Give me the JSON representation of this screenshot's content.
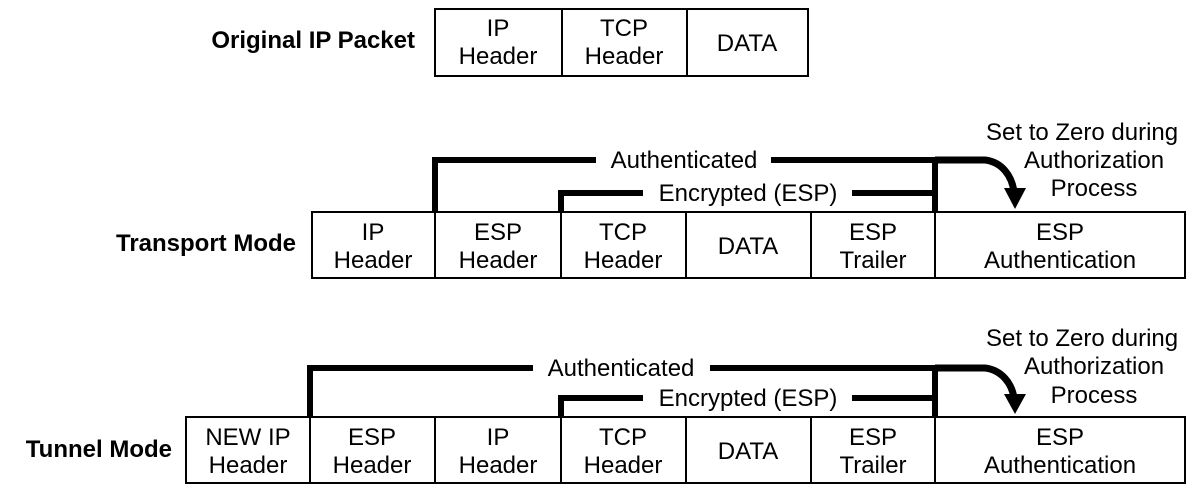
{
  "original_packet": {
    "label": "Original IP Packet",
    "cells": [
      {
        "lines": [
          "IP",
          "Header"
        ]
      },
      {
        "lines": [
          "TCP",
          "Header"
        ]
      },
      {
        "lines": [
          "DATA"
        ]
      }
    ]
  },
  "transport_mode": {
    "label": "Transport Mode",
    "cells": [
      {
        "lines": [
          "IP",
          "Header"
        ]
      },
      {
        "lines": [
          "ESP",
          "Header"
        ]
      },
      {
        "lines": [
          "TCP",
          "Header"
        ]
      },
      {
        "lines": [
          "DATA"
        ]
      },
      {
        "lines": [
          "ESP",
          "Trailer"
        ]
      },
      {
        "lines": [
          "ESP",
          "Authentication"
        ]
      }
    ],
    "authenticated_label": "Authenticated",
    "encrypted_label": "Encrypted (ESP)",
    "note_lines": [
      "Set to Zero during",
      "Authorization",
      "Process"
    ]
  },
  "tunnel_mode": {
    "label": "Tunnel Mode",
    "cells": [
      {
        "lines": [
          "NEW IP",
          "Header"
        ]
      },
      {
        "lines": [
          "ESP",
          "Header"
        ]
      },
      {
        "lines": [
          "IP",
          "Header"
        ]
      },
      {
        "lines": [
          "TCP",
          "Header"
        ]
      },
      {
        "lines": [
          "DATA"
        ]
      },
      {
        "lines": [
          "ESP",
          "Trailer"
        ]
      },
      {
        "lines": [
          "ESP",
          "Authentication"
        ]
      }
    ],
    "authenticated_label": "Authenticated",
    "encrypted_label": "Encrypted (ESP)",
    "note_lines": [
      "Set to Zero during",
      "Authorization",
      "Process"
    ]
  }
}
